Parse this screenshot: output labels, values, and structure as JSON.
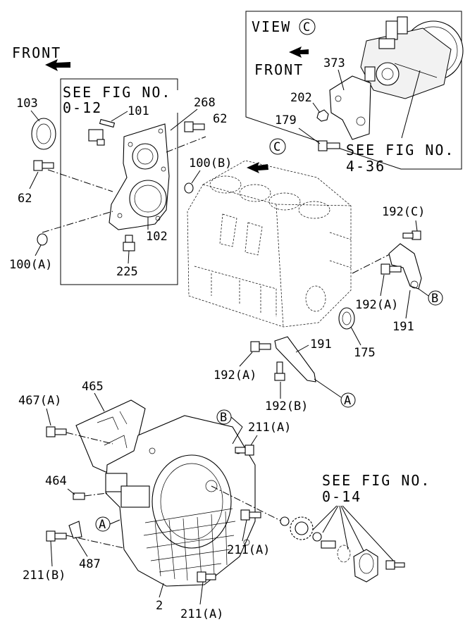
{
  "view": {
    "title": "VIEW",
    "mark": "C",
    "front": "FRONT",
    "see_fig": "SEE FIG NO.",
    "see_fig_num": "4-36"
  },
  "main": {
    "front": "FRONT",
    "view_mark": "C"
  },
  "inset": {
    "see_fig": "SEE FIG NO.",
    "see_fig_num": "0-12"
  },
  "lower": {
    "see_fig": "SEE FIG NO.",
    "see_fig_num": "0-14"
  },
  "callouts": {
    "a": "A",
    "b": "B"
  },
  "labels": {
    "p373": "373",
    "p202": "202",
    "p179": "179",
    "p103": "103",
    "p101": "101",
    "p268": "268",
    "p62a": "62",
    "p62b": "62",
    "p100b": "100(B)",
    "p100a": "100(A)",
    "p102": "102",
    "p225": "225",
    "p192c": "192(C)",
    "p192a_r": "192(A)",
    "p191_r": "191",
    "p175": "175",
    "p191_c": "191",
    "p192a_c": "192(A)",
    "p192b": "192(B)",
    "p465": "465",
    "p467a": "467(A)",
    "p211a_1": "211(A)",
    "p464": "464",
    "p487": "487",
    "p211b": "211(B)",
    "p211a_2": "211(A)",
    "p211a_3": "211(A)",
    "p2": "2"
  }
}
